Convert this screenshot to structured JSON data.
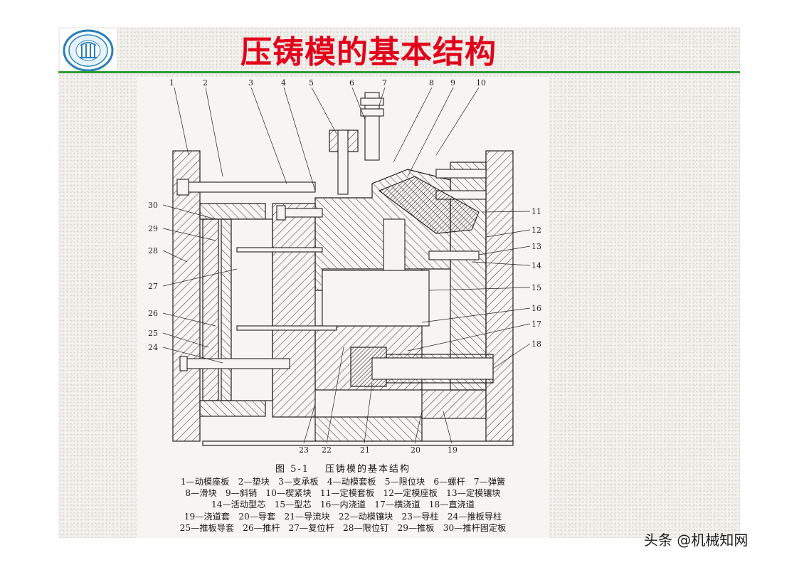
{
  "slide": {
    "title": "压铸模的基本结构",
    "accent_title_color": "#e3001b",
    "rule_color": "#2e9a32"
  },
  "logo": {
    "icon": "university-logo-icon"
  },
  "figure": {
    "callout_numbers": [
      "1",
      "2",
      "3",
      "4",
      "5",
      "6",
      "7",
      "8",
      "9",
      "10",
      "11",
      "12",
      "13",
      "14",
      "15",
      "16",
      "17",
      "18",
      "19",
      "20",
      "21",
      "22",
      "23",
      "24",
      "25",
      "26",
      "27",
      "28",
      "29",
      "30"
    ],
    "caption_number": "图 5-1",
    "caption_title": "压铸模的基本结构",
    "legend_lines": [
      "1—动模座板　2—垫块　3—支承板　4—动模套板　5—限位块　6—螺杆　7—弹簧",
      "8—滑块　9—斜销　10—楔紧块　11—定模套板　12—定模座板　13—定模镶块",
      "14—活动型芯　15—型芯　16—内浇道　17—横浇道　18—直浇道",
      "19—浇道套　20—导套　21—导流块　22—动模镶块　23—导柱　24—推板导柱",
      "25—推板导套　26—推杆　27—复位杆　28—限位钉　29—推板　30—推杆固定板"
    ]
  },
  "watermark": "头条 @机械知网"
}
